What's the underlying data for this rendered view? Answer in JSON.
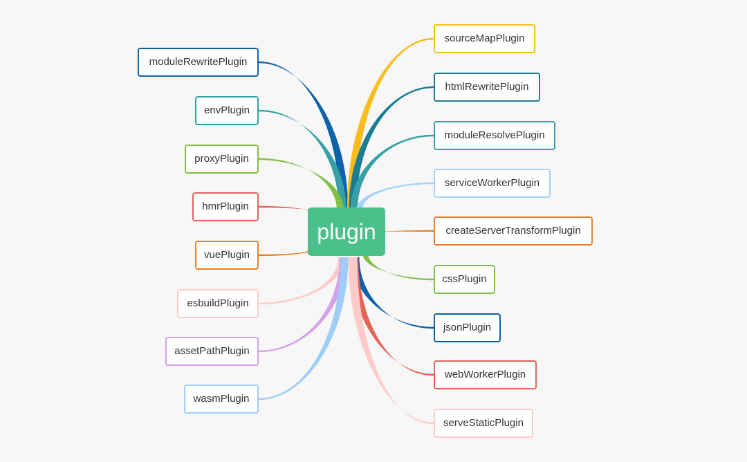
{
  "center": {
    "label": "plugin",
    "color": "#4cc08a"
  },
  "left_branches": [
    {
      "label": "moduleRewritePlugin",
      "color": "#0d62a8"
    },
    {
      "label": "envPlugin",
      "color": "#36a0a6"
    },
    {
      "label": "proxyPlugin",
      "color": "#82bf45"
    },
    {
      "label": "hmrPlugin",
      "color": "#e26456"
    },
    {
      "label": "vuePlugin",
      "color": "#e9812a"
    },
    {
      "label": "esbuildPlugin",
      "color": "#fecaca"
    },
    {
      "label": "assetPathPlugin",
      "color": "#d6a1ea"
    },
    {
      "label": "wasmPlugin",
      "color": "#9fcdf8"
    }
  ],
  "right_branches": [
    {
      "label": "sourceMapPlugin",
      "color": "#fbbc1e"
    },
    {
      "label": "htmlRewritePlugin",
      "color": "#1b7d92"
    },
    {
      "label": "moduleResolvePlugin",
      "color": "#36a0a6"
    },
    {
      "label": "serviceWorkerPlugin",
      "color": "#a8d2fa"
    },
    {
      "label": "createServerTransformPlugin",
      "color": "#e9812a"
    },
    {
      "label": "cssPlugin",
      "color": "#82bf45"
    },
    {
      "label": "jsonPlugin",
      "color": "#0d62a8"
    },
    {
      "label": "webWorkerPlugin",
      "color": "#e26456"
    },
    {
      "label": "serveStaticPlugin",
      "color": "#fecaca"
    }
  ]
}
